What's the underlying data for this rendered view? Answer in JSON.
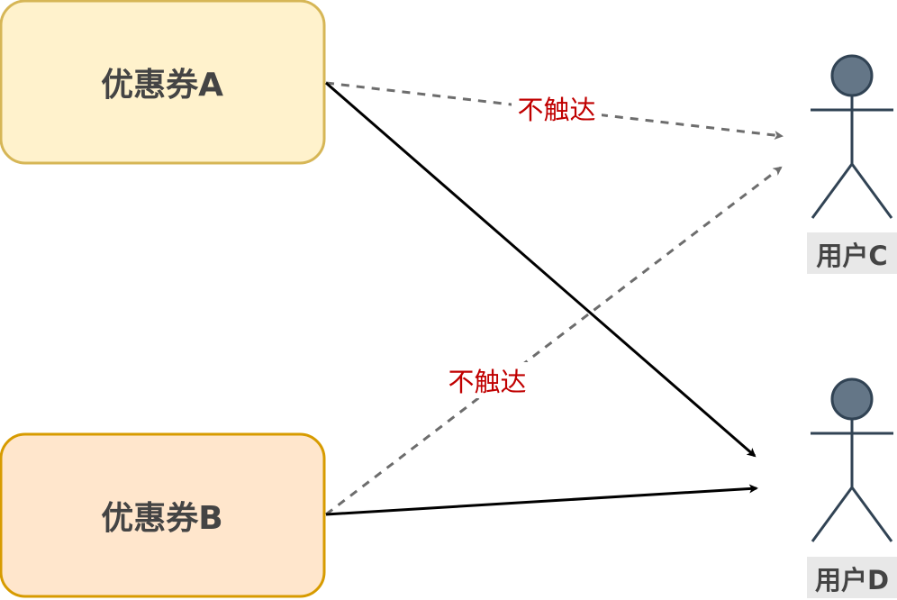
{
  "nodes": {
    "coupon_a": {
      "label": "优惠券A",
      "fill": "#fff2cc",
      "stroke": "#d6b656"
    },
    "coupon_b": {
      "label": "优惠券B",
      "fill": "#ffe6cc",
      "stroke": "#d79b00"
    },
    "user_c": {
      "label": "用户C"
    },
    "user_d": {
      "label": "用户D"
    }
  },
  "actor_style": {
    "fill": "#647687",
    "stroke": "#314354"
  },
  "edges": [
    {
      "id": "a-to-c",
      "from": "优惠券A",
      "to": "用户C",
      "style": "dashed",
      "label": "不触达"
    },
    {
      "id": "a-to-d",
      "from": "优惠券A",
      "to": "用户D",
      "style": "solid",
      "label": ""
    },
    {
      "id": "b-to-c",
      "from": "优惠券B",
      "to": "用户C",
      "style": "dashed",
      "label": "不触达"
    },
    {
      "id": "b-to-d",
      "from": "优惠券B",
      "to": "用户D",
      "style": "solid",
      "label": ""
    }
  ],
  "colors": {
    "dashed_edge": "#6d6d6d",
    "solid_edge": "#000000",
    "edge_label": "#c00000",
    "actor_label_bg": "#e8e8e8"
  }
}
